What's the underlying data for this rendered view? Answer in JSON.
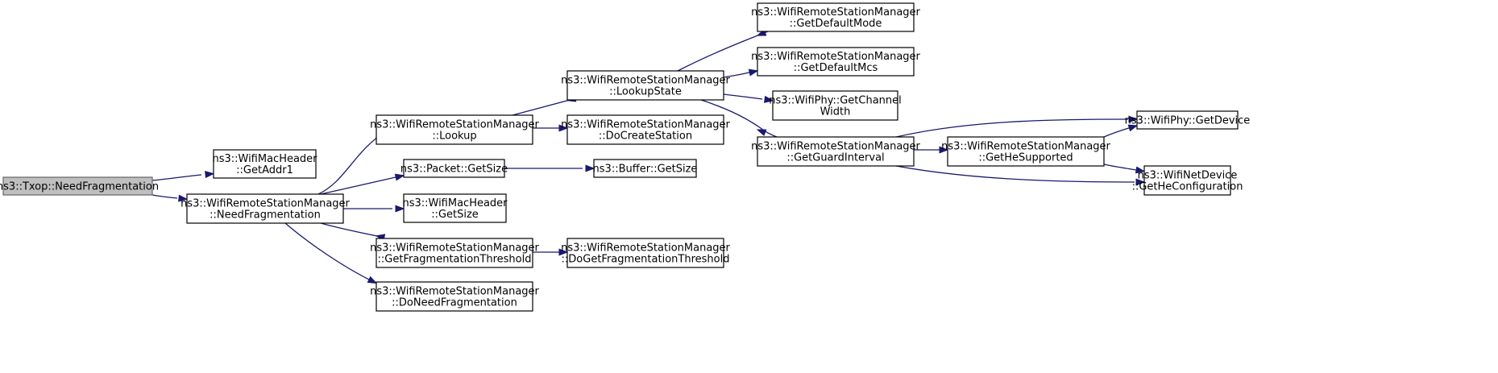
{
  "diagram": {
    "colors": {
      "edge": "#191970",
      "root_fill": "#bfbfbf",
      "node_fill": "#ffffff",
      "node_border": "#000000"
    },
    "nodes": [
      {
        "id": "n0",
        "lines": [
          "ns3::Txop::NeedFragmentation"
        ],
        "root": true
      },
      {
        "id": "n1",
        "lines": [
          "ns3::WifiMacHeader",
          "::GetAddr1"
        ]
      },
      {
        "id": "n2",
        "lines": [
          "ns3::WifiRemoteStationManager",
          "::NeedFragmentation"
        ]
      },
      {
        "id": "n3",
        "lines": [
          "ns3::WifiRemoteStationManager",
          "::Lookup"
        ]
      },
      {
        "id": "n4",
        "lines": [
          "ns3::Packet::GetSize"
        ]
      },
      {
        "id": "n5",
        "lines": [
          "ns3::WifiMacHeader",
          "::GetSize"
        ]
      },
      {
        "id": "n6",
        "lines": [
          "ns3::WifiRemoteStationManager",
          "::GetFragmentationThreshold"
        ]
      },
      {
        "id": "n7",
        "lines": [
          "ns3::WifiRemoteStationManager",
          "::DoNeedFragmentation"
        ]
      },
      {
        "id": "n8",
        "lines": [
          "ns3::WifiRemoteStationManager",
          "::LookupState"
        ]
      },
      {
        "id": "n9",
        "lines": [
          "ns3::WifiRemoteStationManager",
          "::DoCreateStation"
        ]
      },
      {
        "id": "n10",
        "lines": [
          "ns3::Buffer::GetSize"
        ]
      },
      {
        "id": "n11",
        "lines": [
          "ns3::WifiRemoteStationManager",
          "::DoGetFragmentationThreshold"
        ]
      },
      {
        "id": "n12",
        "lines": [
          "ns3::WifiRemoteStationManager",
          "::GetDefaultMode"
        ]
      },
      {
        "id": "n13",
        "lines": [
          "ns3::WifiRemoteStationManager",
          "::GetDefaultMcs"
        ]
      },
      {
        "id": "n14",
        "lines": [
          "ns3::WifiPhy::GetChannel",
          "Width"
        ]
      },
      {
        "id": "n15",
        "lines": [
          "ns3::WifiRemoteStationManager",
          "::GetGuardInterval"
        ]
      },
      {
        "id": "n16",
        "lines": [
          "ns3::WifiRemoteStationManager",
          "::GetHeSupported"
        ]
      },
      {
        "id": "n17",
        "lines": [
          "ns3::WifiPhy::GetDevice"
        ]
      },
      {
        "id": "n18",
        "lines": [
          "ns3::WifiNetDevice",
          "::GetHeConfiguration"
        ]
      }
    ],
    "edges": [
      {
        "from": "n0",
        "to": "n1"
      },
      {
        "from": "n0",
        "to": "n2"
      },
      {
        "from": "n2",
        "to": "n3"
      },
      {
        "from": "n2",
        "to": "n4"
      },
      {
        "from": "n2",
        "to": "n5"
      },
      {
        "from": "n2",
        "to": "n6"
      },
      {
        "from": "n2",
        "to": "n7"
      },
      {
        "from": "n3",
        "to": "n8"
      },
      {
        "from": "n3",
        "to": "n9"
      },
      {
        "from": "n4",
        "to": "n10"
      },
      {
        "from": "n6",
        "to": "n11"
      },
      {
        "from": "n8",
        "to": "n12"
      },
      {
        "from": "n8",
        "to": "n13"
      },
      {
        "from": "n8",
        "to": "n14"
      },
      {
        "from": "n8",
        "to": "n15"
      },
      {
        "from": "n15",
        "to": "n16"
      },
      {
        "from": "n15",
        "to": "n17"
      },
      {
        "from": "n15",
        "to": "n18"
      },
      {
        "from": "n16",
        "to": "n17"
      },
      {
        "from": "n16",
        "to": "n18"
      }
    ]
  }
}
